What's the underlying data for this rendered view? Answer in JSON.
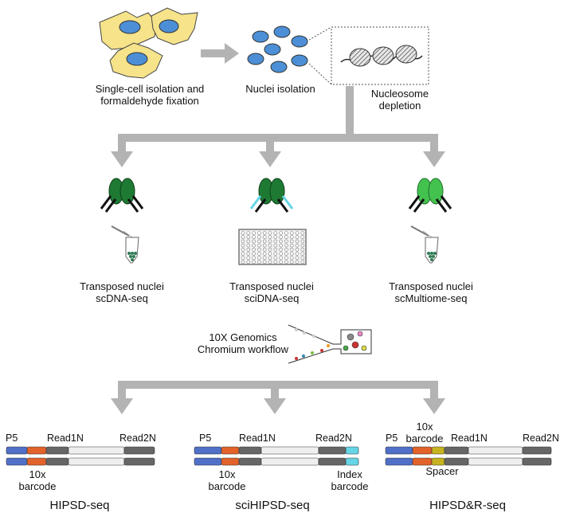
{
  "steps": {
    "isolation": [
      "Single-cell isolation and",
      "formaldehyde fixation"
    ],
    "nuclei": "Nuclei isolation",
    "depletion": [
      "Nucleosome",
      "depletion"
    ]
  },
  "branches": [
    {
      "line1": "Transposed nuclei",
      "line2": "scDNA-seq"
    },
    {
      "line1": "Transposed nuclei",
      "line2": "sciDNA-seq"
    },
    {
      "line1": "Transposed nuclei",
      "line2": "scMultiome-seq"
    }
  ],
  "chromium": [
    "10X Genomics",
    "Chromium workflow"
  ],
  "libraries": [
    {
      "title": "HIPSD-seq",
      "p5": "P5",
      "read1": "Read1N",
      "read2": "Read2N",
      "barcode": [
        "10x",
        "barcode"
      ]
    },
    {
      "title": "sciHIPSD-seq",
      "p5": "P5",
      "read1": "Read1N",
      "read2": "Read2N",
      "barcode": [
        "10x",
        "barcode"
      ],
      "index": [
        "Index",
        "barcode"
      ]
    },
    {
      "title": "HIPSD&R-seq",
      "p5": "P5",
      "read1": "Read1N",
      "read2": "Read2N",
      "barcode": [
        "10x",
        "barcode"
      ],
      "spacer": "Spacer"
    }
  ],
  "colors": {
    "arrow": "#b3b3b3",
    "cell": "#f6e38a",
    "nucleus": "#4c8fd6",
    "green_dark": "#1e7a33",
    "green_light": "#44c24f",
    "p5_blue": "#5070c8",
    "barcode_orange": "#e2622a",
    "read_gray": "#666666",
    "insert": "#efefef",
    "index_cyan": "#66d5e6",
    "spacer_yellow": "#c7b320"
  }
}
